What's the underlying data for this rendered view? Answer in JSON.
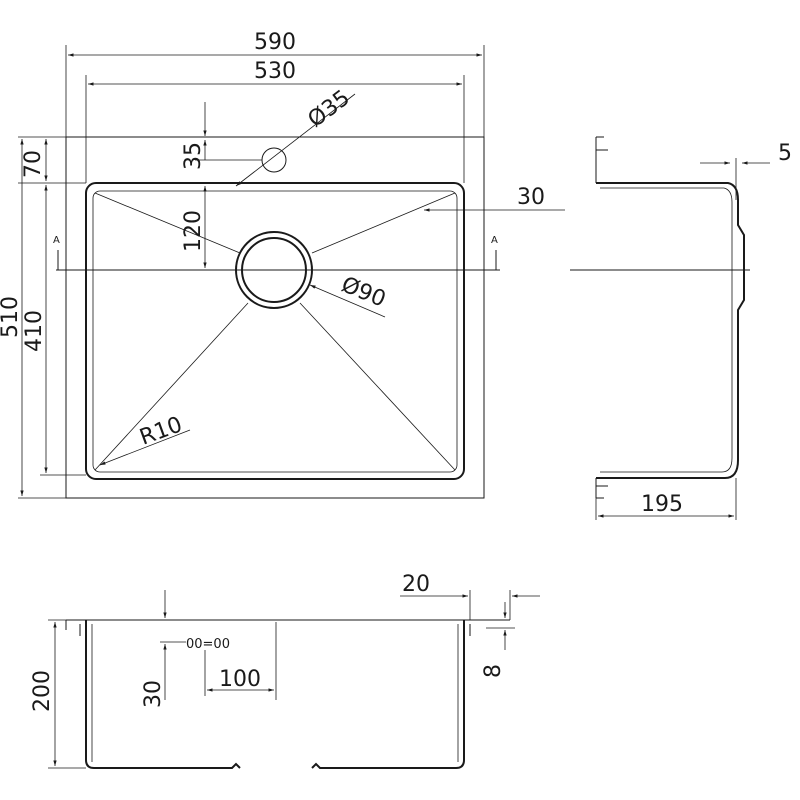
{
  "top_view": {
    "overall_width": "590",
    "bowl_width": "530",
    "tap_hole_diameter": "Ø35",
    "tap_hole_offset": "35",
    "rim_depth": "70",
    "drain_offset": "120",
    "drain_diameter": "Ø90",
    "corner_radius": "R10",
    "overall_depth": "510",
    "bowl_depth": "410",
    "slope_offset": "30",
    "section_left": "A",
    "section_right": "A"
  },
  "side_view": {
    "flange_offset": "5",
    "bowl_height": "195"
  },
  "front_view": {
    "height": "200",
    "flange_width": "20",
    "flange_thickness": "8",
    "overflow_offset": "30",
    "overflow_width": "100",
    "overflow_label": "00=00"
  }
}
